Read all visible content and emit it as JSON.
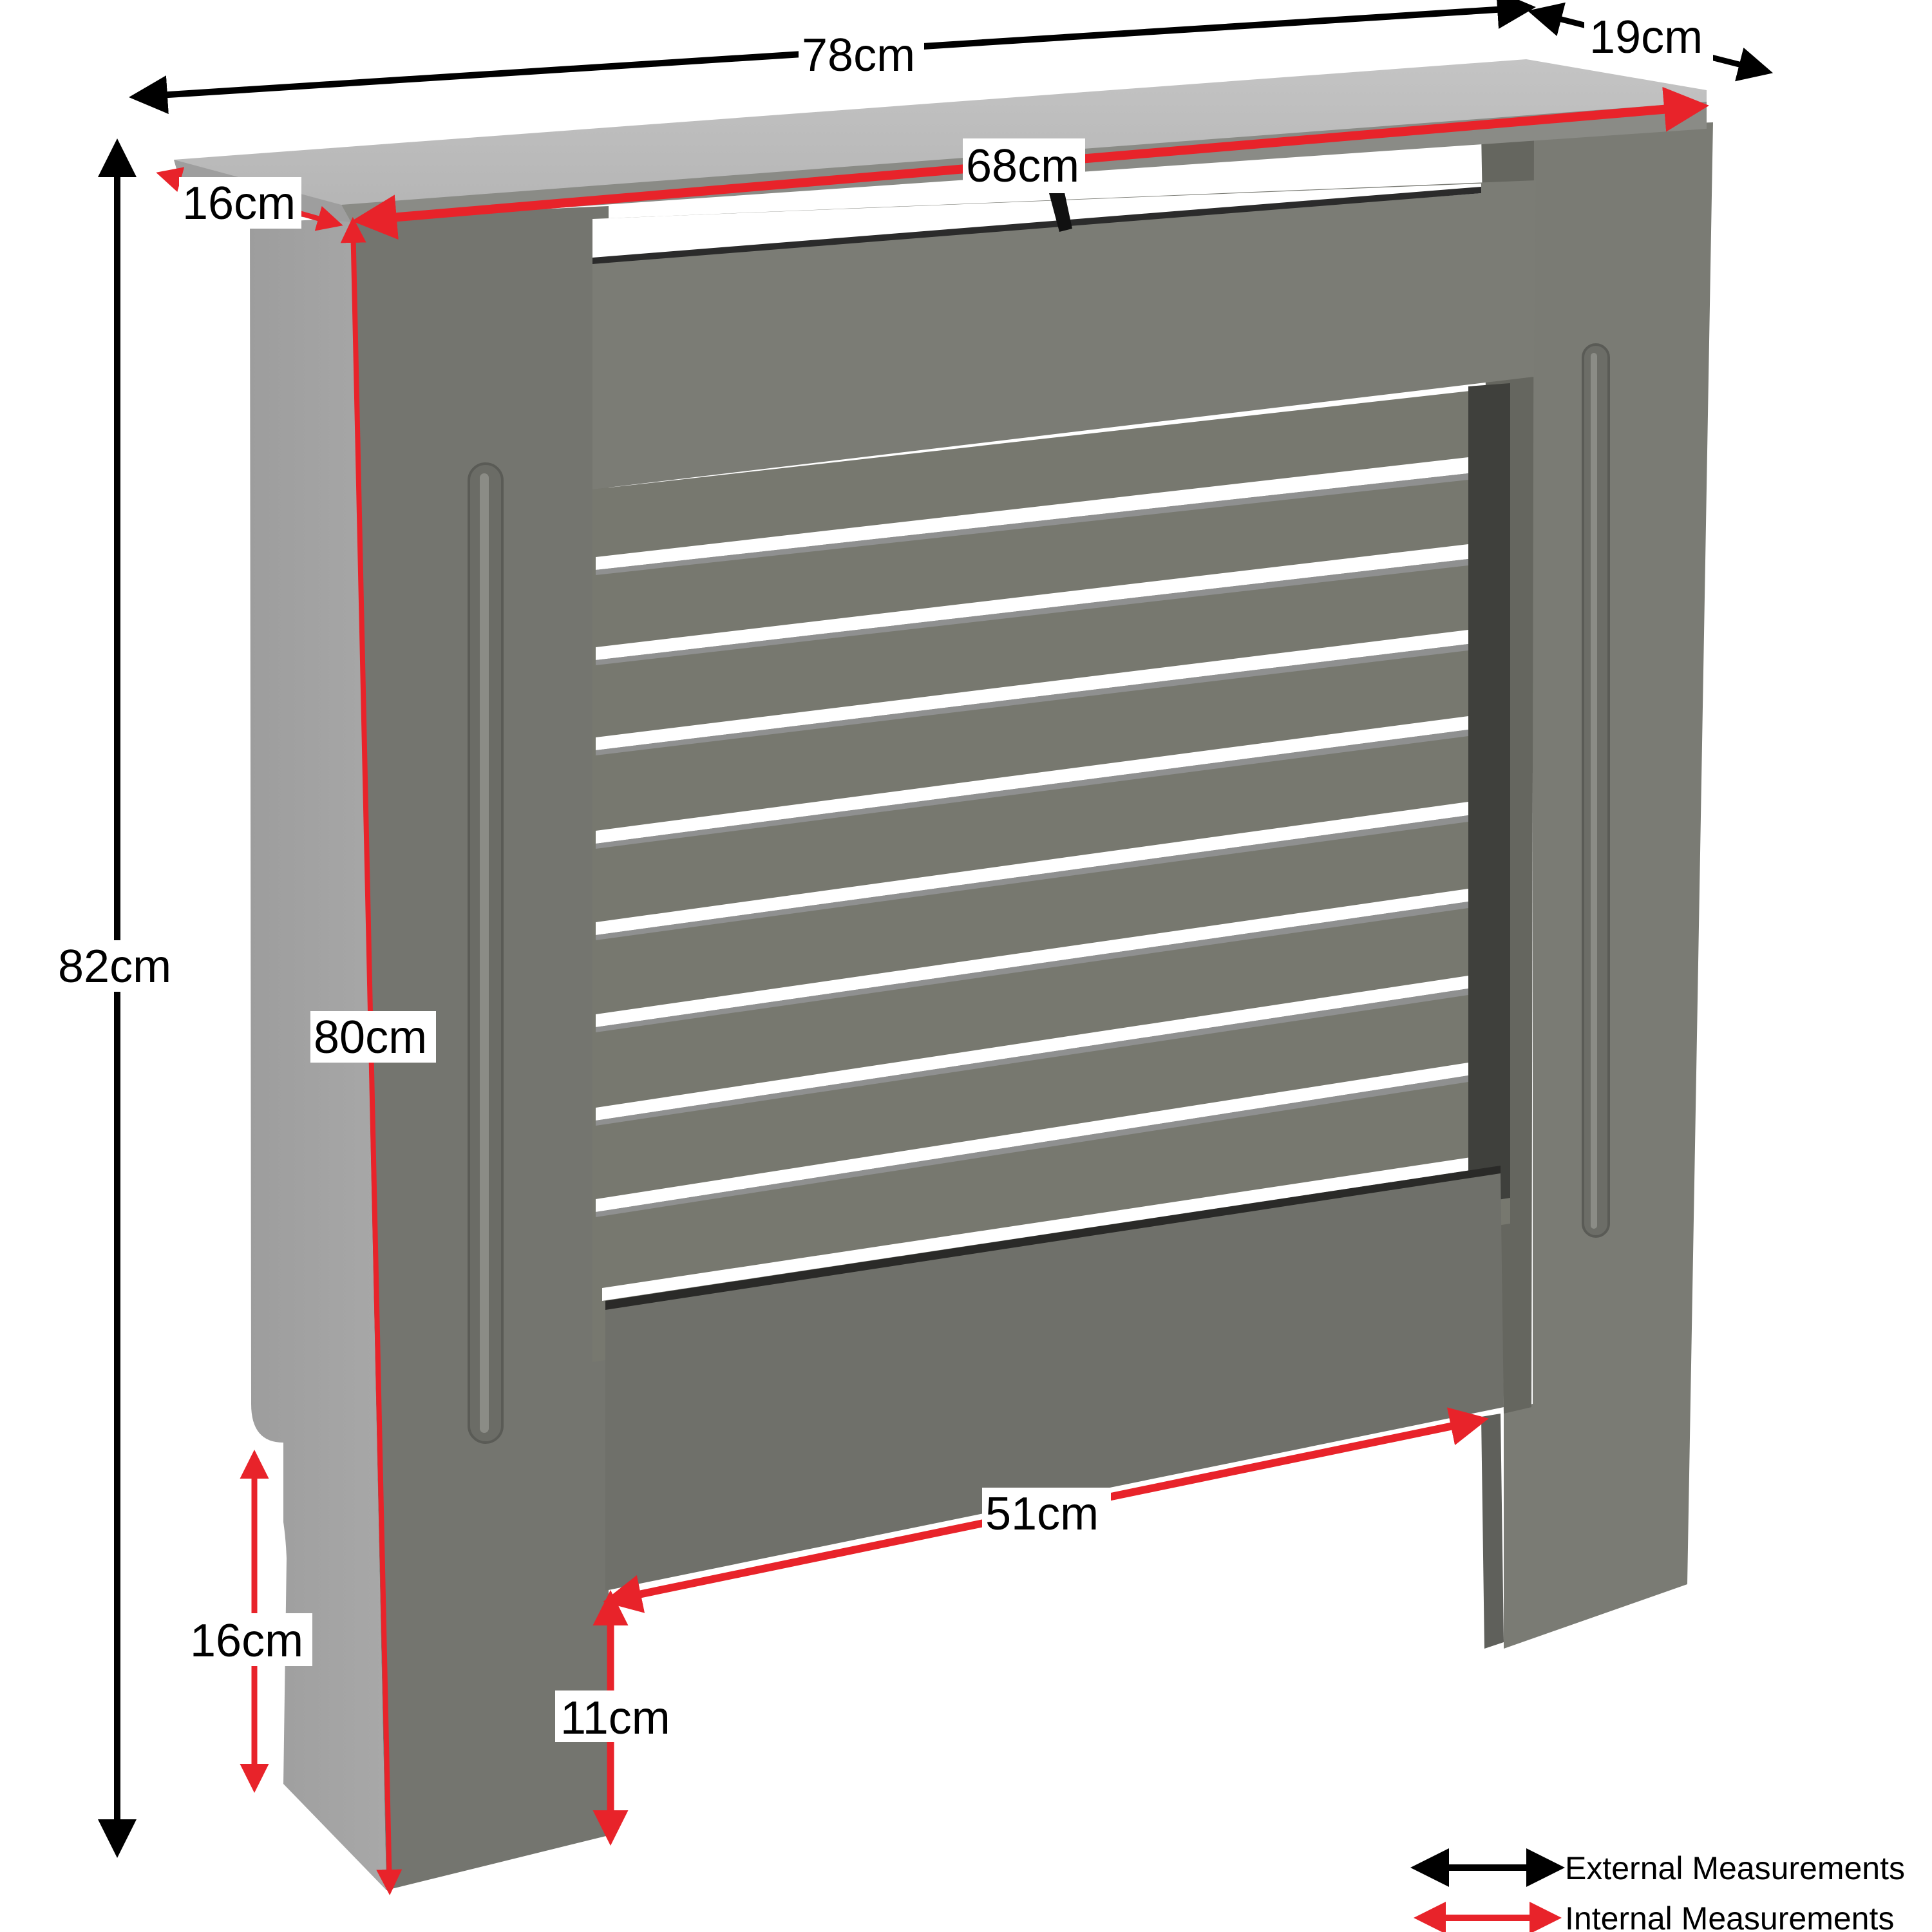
{
  "product": {
    "name": "Radiator cover",
    "finish_color": "#75766f",
    "top_color": "#bdbdbd",
    "side_color": "#a3a3a3",
    "slat_count": 9
  },
  "measurements": {
    "external": {
      "width": "78cm",
      "depth": "19cm",
      "height": "82cm"
    },
    "internal": {
      "width_top": "68cm",
      "depth": "16cm",
      "height": "80cm",
      "width_bottom": "51cm",
      "side_cutout_height": "16cm",
      "front_clearance_height": "11cm"
    }
  },
  "legend": {
    "external_label": "External Measurements",
    "internal_label": "Internal Measurements",
    "external_color": "#000000",
    "internal_color": "#e8232a"
  }
}
